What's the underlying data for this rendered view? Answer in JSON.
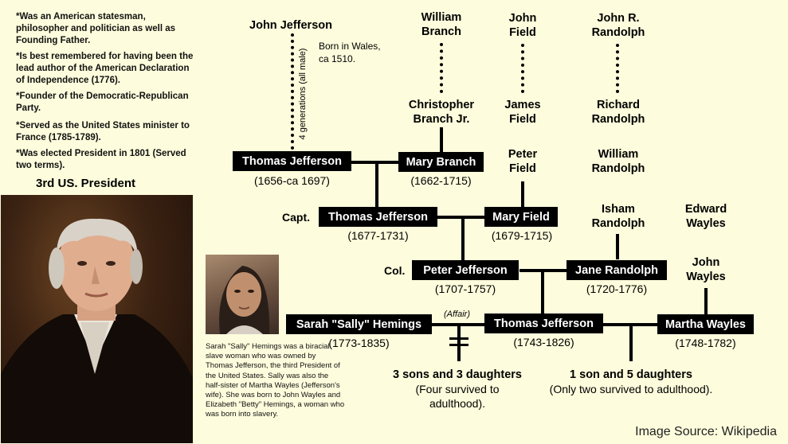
{
  "facts": [
    "*Was an American statesman, philosopher and politician as well as Founding Father.",
    "*Is best remembered for having been the lead author of the American Declaration of Independence (1776).",
    "*Founder of the Democratic-Republican Party.",
    "*Served as the United States minister to France (1785-1789).",
    "*Was elected President in 1801 (Served two terms)."
  ],
  "president_title": "3rd US. President",
  "ancestors": {
    "john_jefferson": "John Jefferson",
    "born_note": "Born in Wales,\nca 1510.",
    "generations_note": "4 generations (all male)",
    "william_branch": "William\nBranch",
    "christopher_branch": "Christopher\nBranch Jr.",
    "john_field": "John\nField",
    "james_field": "James\nField",
    "peter_field": "Peter\nField",
    "john_r_randolph": "John R.\nRandolph",
    "richard_randolph": "Richard\nRandolph",
    "william_randolph": "William\nRandolph",
    "isham_randolph": "Isham\nRandolph",
    "edward_wayles": "Edward\nWayles",
    "john_wayles": "John\nWayles"
  },
  "people": {
    "thomas_1656": {
      "name": "Thomas Jefferson",
      "dates": "(1656-ca 1697)"
    },
    "mary_branch": {
      "name": "Mary Branch",
      "dates": "(1662-1715)"
    },
    "thomas_1677": {
      "prefix": "Capt.",
      "name": "Thomas Jefferson",
      "dates": "(1677-1731)"
    },
    "mary_field": {
      "name": "Mary Field",
      "dates": "(1679-1715)"
    },
    "peter_jefferson": {
      "prefix": "Col.",
      "name": "Peter Jefferson",
      "dates": "(1707-1757)"
    },
    "jane_randolph": {
      "name": "Jane Randolph",
      "dates": "(1720-1776)"
    },
    "sally_hemings": {
      "name": "Sarah \"Sally\" Hemings",
      "dates": "(1773-1835)"
    },
    "thomas_1743": {
      "name": "Thomas Jefferson",
      "dates": "(1743-1826)"
    },
    "martha_wayles": {
      "name": "Martha Wayles",
      "dates": "(1748-1782)"
    }
  },
  "affair_label": "(Affair)",
  "children_sally": {
    "headline": "3 sons and 3 daughters",
    "note": "(Four survived to\nadulthood)."
  },
  "children_martha": {
    "headline": "1 son and 5 daughters",
    "note": "(Only two survived to adulthood)."
  },
  "sally_caption": "Sarah \"Sally\" Hemings was a biracial slave woman who was owned by Thomas Jefferson, the third President of the United States. Sally was also the half-sister of Martha Wayles (Jefferson's wife). She was born to John Wayles and Elizabeth \"Betty\" Hemings, a woman who was born into slavery.",
  "source": "Image Source: Wikipedia"
}
